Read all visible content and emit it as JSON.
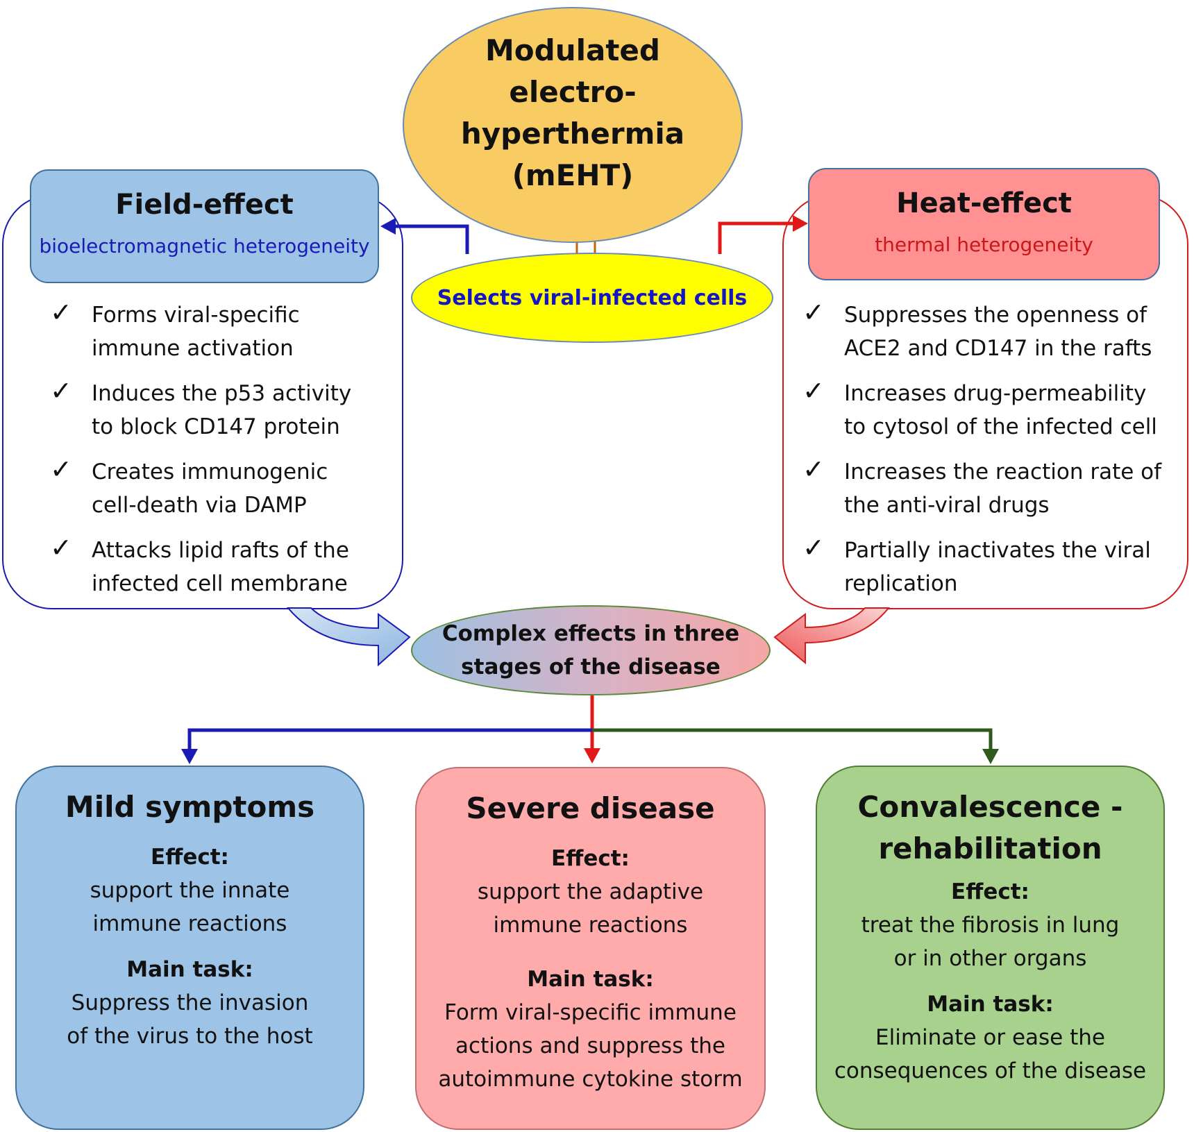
{
  "center": {
    "title": "Modulated\nelectro-hyperthermia\n(mEHT)",
    "select": "Selects viral-infected cells",
    "complex": "Complex effects in three\nstages of the disease"
  },
  "field": {
    "title": "Field-effect",
    "subtitle": "bioelectromagnetic heterogeneity",
    "check": "✓",
    "items": [
      "Forms viral-specific\nimmune activation",
      "Induces the p53 activity\nto block CD147 protein",
      "Creates immunogenic\ncell-death via DAMP",
      "Attacks lipid rafts of the\ninfected cell membrane"
    ]
  },
  "heat": {
    "title": "Heat-effect",
    "subtitle": "thermal heterogeneity",
    "check": "✓",
    "items": [
      "Suppresses the openness of\nACE2 and CD147 in the rafts",
      "Increases drug-permeability\nto cytosol of the infected cell",
      "Increases the reaction rate of\nthe anti-viral drugs",
      "Partially inactivates the viral\nreplication"
    ]
  },
  "stages": [
    {
      "title": "Mild symptoms",
      "effect_label": "Effect:",
      "effect": "support the innate\nimmune  reactions",
      "task_label": "Main task:",
      "task": "Suppress the invasion\nof the virus to the host"
    },
    {
      "title": "Severe disease",
      "effect_label": "Effect:",
      "effect": "support the adaptive\nimmune  reactions",
      "task_label": "Main task:",
      "task": "Form viral-specific immune\nactions and suppress the\nautoimmune cytokine storm"
    },
    {
      "title": "Convalescence -\nrehabilitation",
      "effect_label": "Effect:",
      "effect": "treat the fibrosis in lung\nor in other organs",
      "task_label": "Main task:",
      "task": "Eliminate or ease the\nconsequences  of the disease"
    }
  ],
  "colors": {
    "blue": "#1a1ab4",
    "red": "#e01818",
    "green": "#2e5a1e"
  }
}
